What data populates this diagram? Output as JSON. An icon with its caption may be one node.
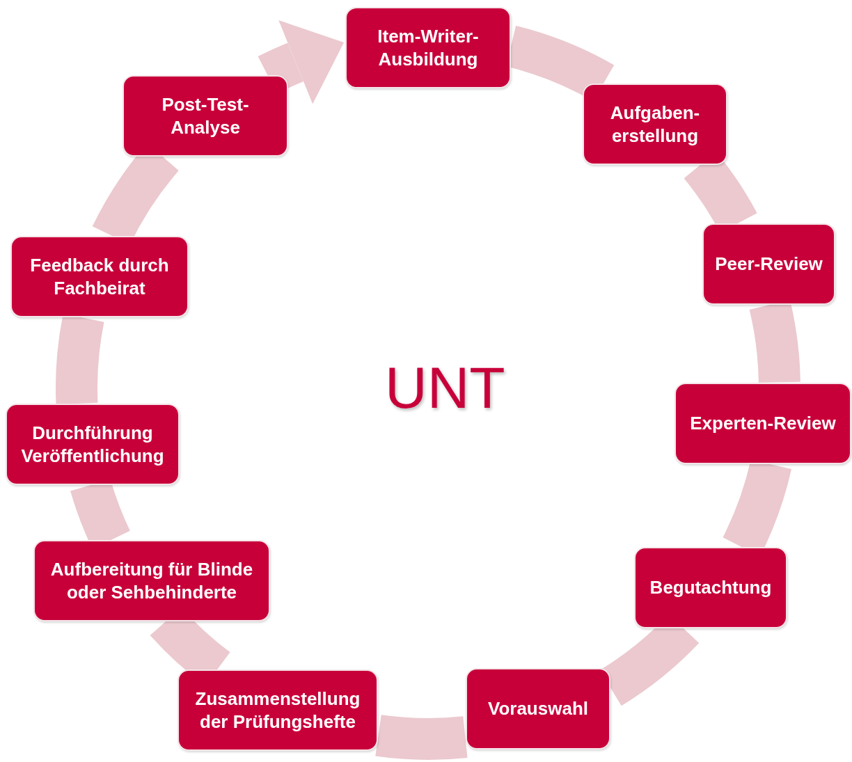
{
  "diagram": {
    "nodes": [
      {
        "text": [
          "Item-Writer- Ausbildung"
        ]
      },
      {
        "text": [
          "Aufgaben- erstellung"
        ]
      },
      {
        "text": [
          "Peer-Review"
        ]
      },
      {
        "text": [
          "Experten-Review"
        ]
      },
      {
        "text": [
          "Begutachtung"
        ]
      },
      {
        "text": [
          "Vorauswahl"
        ]
      },
      {
        "text": [
          "Zusammenstellung der Prüfungshefte"
        ]
      },
      {
        "text": [
          "Aufbereitung für Blinde oder Sehbehinderte"
        ]
      },
      {
        "text": [
          "Durchführung Veröffentlichung"
        ]
      },
      {
        "text": [
          "Feedback durch Fachbeirat"
        ]
      },
      {
        "text": [
          "Post-Test- Analyse"
        ]
      }
    ],
    "edges": [
      {
        "from": 0,
        "to": 1,
        "arrow": "none"
      },
      {
        "from": 1,
        "to": 2,
        "arrow": "none"
      },
      {
        "from": 2,
        "to": 3,
        "arrow": "none"
      },
      {
        "from": 3,
        "to": 4,
        "arrow": "none"
      },
      {
        "from": 4,
        "to": 5,
        "arrow": "none"
      },
      {
        "from": 5,
        "to": 6,
        "arrow": "none"
      },
      {
        "from": 6,
        "to": 7,
        "arrow": "none"
      },
      {
        "from": 7,
        "to": 8,
        "arrow": "none"
      },
      {
        "from": 8,
        "to": 9,
        "arrow": "none"
      },
      {
        "from": 9,
        "to": 10,
        "arrow": "none"
      },
      {
        "from": 10,
        "to": 0,
        "arrow": "to"
      }
    ],
    "labels": [
      "UNT"
    ]
  }
}
